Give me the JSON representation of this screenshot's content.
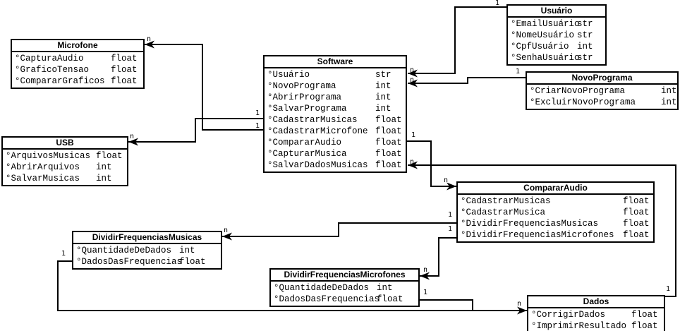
{
  "classes": [
    {
      "name": "Microfone",
      "attributes": [
        {
          "name": "°CapturaAudio",
          "type": "float"
        },
        {
          "name": "°GraficoTensao",
          "type": "float"
        },
        {
          "name": "°CompararGraficos",
          "type": "float"
        }
      ]
    },
    {
      "name": "USB",
      "attributes": [
        {
          "name": "°ArquivosMusicas",
          "type": "float"
        },
        {
          "name": "°AbrirArquivos",
          "type": "int"
        },
        {
          "name": "°SalvarMusicas",
          "type": "int"
        }
      ]
    },
    {
      "name": "Software",
      "attributes": [
        {
          "name": "°Usuário",
          "type": "str"
        },
        {
          "name": "°NovoPrograma",
          "type": "int"
        },
        {
          "name": "°AbrirPrograma",
          "type": "int"
        },
        {
          "name": "°SalvarPrograma",
          "type": "int"
        },
        {
          "name": "°CadastrarMusicas",
          "type": "float"
        },
        {
          "name": "°CadastrarMicrofone",
          "type": "float"
        },
        {
          "name": "°CompararAudio",
          "type": "float"
        },
        {
          "name": "°CapturarMusica",
          "type": "float"
        },
        {
          "name": "°SalvarDadosMusicas",
          "type": "float"
        }
      ]
    },
    {
      "name": "Usuário",
      "attributes": [
        {
          "name": "°EmailUsuário",
          "type": "str"
        },
        {
          "name": "°NomeUsuário",
          "type": "str"
        },
        {
          "name": "°CpfUsuário",
          "type": "int"
        },
        {
          "name": "°SenhaUsuário",
          "type": "str"
        }
      ]
    },
    {
      "name": "NovoPrograma",
      "attributes": [
        {
          "name": "°CriarNovoPrograma",
          "type": "int"
        },
        {
          "name": "°ExcluirNovoPrograma",
          "type": "int"
        }
      ]
    },
    {
      "name": "CompararAudio",
      "attributes": [
        {
          "name": "°CadastrarMusicas",
          "type": "float"
        },
        {
          "name": "°CadastrarMusica",
          "type": "float"
        },
        {
          "name": "°DividirFrequenciasMusicas",
          "type": "float"
        },
        {
          "name": "°DividirFrequenciasMicrofones",
          "type": "float"
        }
      ]
    },
    {
      "name": "DividirFrequenciasMusicas",
      "attributes": [
        {
          "name": "°QuantidadeDeDados",
          "type": "int"
        },
        {
          "name": "°DadosDasFrequencias",
          "type": "float"
        }
      ]
    },
    {
      "name": "DividirFrequenciasMicrofones",
      "attributes": [
        {
          "name": "°QuantidadeDeDados",
          "type": "int"
        },
        {
          "name": "°DadosDasFrequencias",
          "type": "float"
        }
      ]
    },
    {
      "name": "Dados",
      "attributes": [
        {
          "name": "°CorrigirDados",
          "type": "float"
        },
        {
          "name": "°ImprimirResultado",
          "type": "float"
        }
      ]
    }
  ],
  "multiplicities": [
    "1",
    "n",
    "1",
    "n",
    "n",
    "1",
    "n",
    "1",
    "1",
    "n",
    "n",
    "1",
    "1",
    "n",
    "n",
    "1",
    "1",
    "1",
    "n"
  ],
  "line_color": "#000000",
  "background_color": "#ffffff"
}
